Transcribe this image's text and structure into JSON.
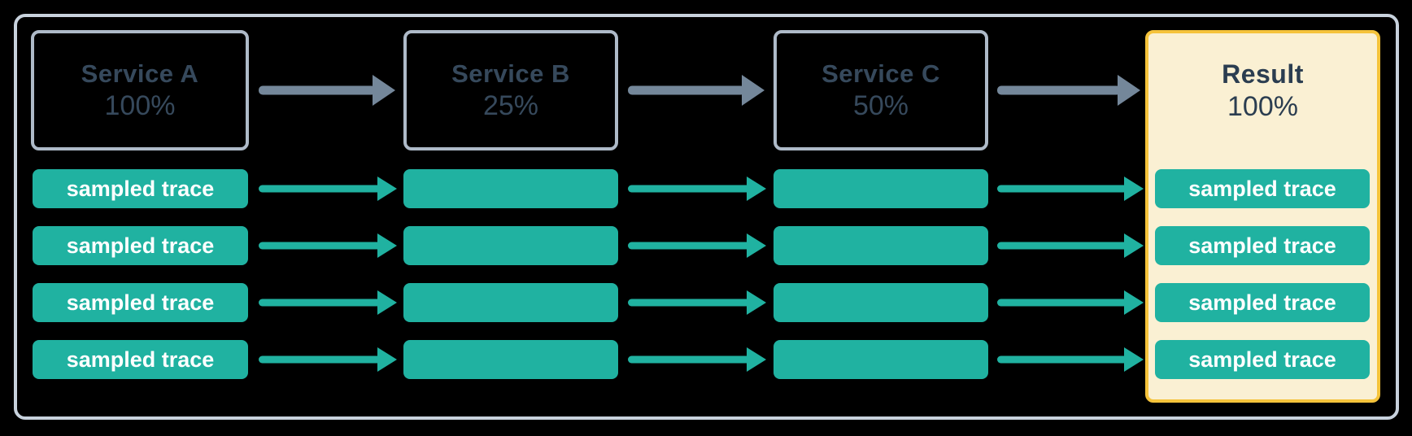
{
  "diagram": {
    "trace_label": "sampled trace",
    "rows": 4,
    "columns": [
      {
        "title": "Service A",
        "rate": "100%",
        "highlighted": false,
        "trace_labels": [
          "sampled trace",
          "sampled trace",
          "sampled trace",
          "sampled trace"
        ]
      },
      {
        "title": "Service B",
        "rate": "25%",
        "highlighted": false,
        "trace_labels": [
          "",
          "",
          "",
          ""
        ]
      },
      {
        "title": "Service C",
        "rate": "50%",
        "highlighted": false,
        "trace_labels": [
          "",
          "",
          "",
          ""
        ]
      },
      {
        "title": "Result",
        "rate": "100%",
        "highlighted": true,
        "trace_labels": [
          "sampled trace",
          "sampled trace",
          "sampled trace",
          "sampled trace"
        ]
      }
    ],
    "colors": {
      "background": "#000000",
      "outer_border": "#C8D2DD",
      "service_box_border": "#AEBAC8",
      "service_text": "#36495C",
      "flow_arrow": "#74879A",
      "trace_fill": "#20B2A1",
      "trace_text": "#FFFFFF",
      "result_border": "#F5C33B",
      "result_fill": "#FAF0D3",
      "result_text": "#2B3D50"
    }
  }
}
